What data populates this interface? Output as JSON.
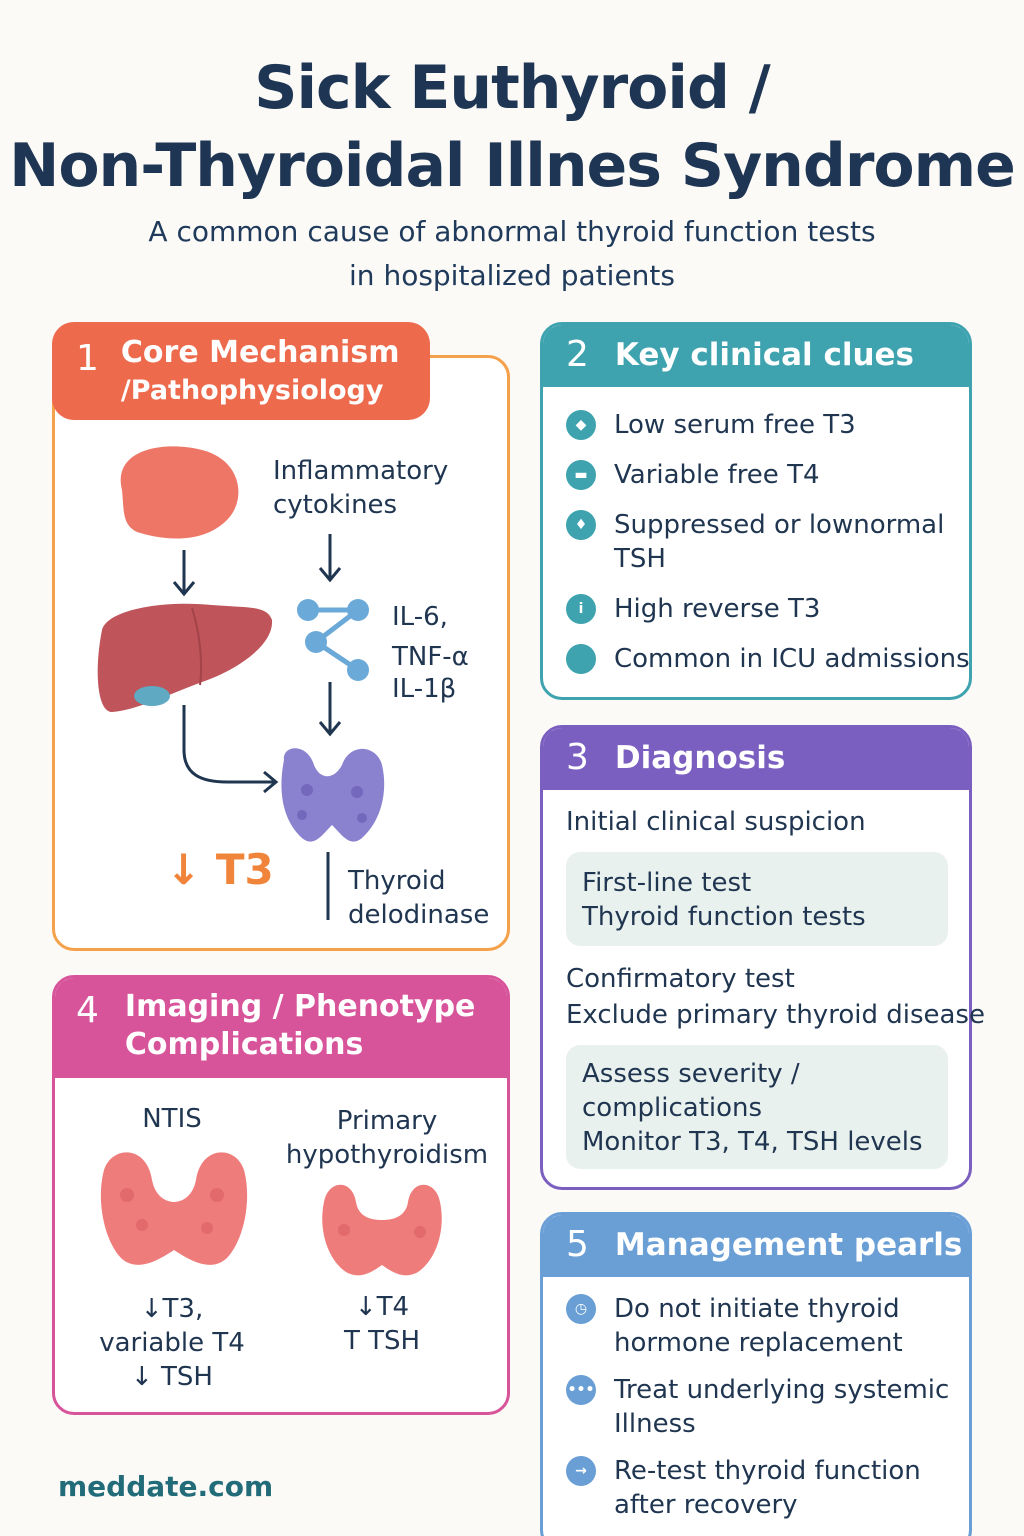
{
  "title": {
    "line1": "Sick Euthyroid /",
    "line2": "Non-Thyroidal Illnes Syndrome"
  },
  "subtitle": {
    "line1": "A common cause of abnormal thyroid function tests",
    "line2": "in hospitalized patients"
  },
  "section1": {
    "number": "1",
    "title_line1": "Core Mechanism",
    "title_line2": "/Pathophysiology",
    "inflammatory_line1": "Inflammatory",
    "inflammatory_line2": "cytokines",
    "cytokine1": "IL-6,",
    "cytokine2": "TNF-α",
    "cytokine3": "IL-1β",
    "t3_label": "↓ T3",
    "deiodinase_line1": "Thyroid",
    "deiodinase_line2": "delodinase",
    "color": "#ee6a4c",
    "border": "#f5a04a"
  },
  "section2": {
    "number": "2",
    "title": "Key clinical clues",
    "items": [
      {
        "line1": "Low serum free T3",
        "line2": "",
        "icon": "diamond-icon"
      },
      {
        "line1": "Variable free T4",
        "line2": "",
        "icon": "pill-icon"
      },
      {
        "line1": "Suppressed or lownormal",
        "line2": "TSH",
        "icon": "drop-icon"
      },
      {
        "line1": "High reverse T3",
        "line2": "",
        "icon": "info-icon"
      },
      {
        "line1": "Common in ICU admissions",
        "line2": "",
        "icon": "dot-icon"
      }
    ],
    "color": "#3ea3af"
  },
  "section3": {
    "number": "3",
    "title": "Diagnosis",
    "initial": "Initial clinical suspicion",
    "box1_line1": "First-line test",
    "box1_line2": "Thyroid function tests",
    "confirm_line1": "Confirmatory test",
    "confirm_line2": "Exclude primary thyroid disease",
    "box2_line1": "Assess severity /",
    "box2_line2": "complications",
    "box2_line3": "Monitor T3, T4, TSH levels",
    "color": "#7a5fc0"
  },
  "section4": {
    "number": "4",
    "title_line1": "Imaging / Phenotype",
    "title_line2": "Complications",
    "ntis_label": "NTIS",
    "ntis_line1": "↓T3,",
    "ntis_line2": "variable T4",
    "ntis_line3": "↓ TSH",
    "primary_line1": "Primary",
    "primary_line2": "hypothyroidism",
    "primary_res1": "↓T4",
    "primary_res2": "T TSH",
    "color": "#d8549a"
  },
  "section5": {
    "number": "5",
    "title": "Management pearls",
    "items": [
      {
        "line1": "Do not initiate thyroid",
        "line2": "hormone replacement",
        "icon": "clock-icon"
      },
      {
        "line1": "Treat underlying systemic",
        "line2": "Illness",
        "icon": "dots-icon"
      },
      {
        "line1": "Re-test thyroid function",
        "line2": "after recovery",
        "icon": "arrow-right-icon"
      }
    ],
    "color": "#6a9fd6"
  },
  "footer": "meddate.com"
}
